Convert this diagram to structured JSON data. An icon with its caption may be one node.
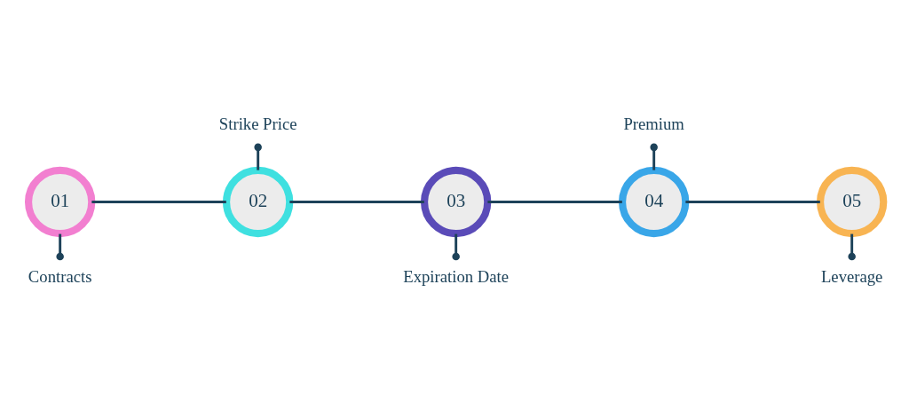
{
  "diagram": {
    "nodes": [
      {
        "text": [
          "01"
        ]
      },
      {
        "text": [
          "02"
        ]
      },
      {
        "text": [
          "03"
        ]
      },
      {
        "text": [
          "04"
        ]
      },
      {
        "text": [
          "05"
        ]
      },
      {
        "text": [
          "Contracts"
        ]
      },
      {
        "text": [
          "Strike Price"
        ]
      },
      {
        "text": [
          "Expiration Date"
        ]
      },
      {
        "text": [
          "Premium"
        ]
      },
      {
        "text": [
          "Leverage"
        ]
      }
    ],
    "edges": [
      {
        "from": 0,
        "to": 1,
        "arrow": "none"
      },
      {
        "from": 1,
        "to": 2,
        "arrow": "none"
      },
      {
        "from": 2,
        "to": 3,
        "arrow": "none"
      },
      {
        "from": 3,
        "to": 4,
        "arrow": "none"
      },
      {
        "from": 0,
        "to": 5,
        "arrow": "other"
      },
      {
        "from": 1,
        "to": 6,
        "arrow": "other"
      },
      {
        "from": 2,
        "to": 7,
        "arrow": "other"
      },
      {
        "from": 3,
        "to": 8,
        "arrow": "other"
      },
      {
        "from": 4,
        "to": 9,
        "arrow": "other"
      }
    ]
  }
}
